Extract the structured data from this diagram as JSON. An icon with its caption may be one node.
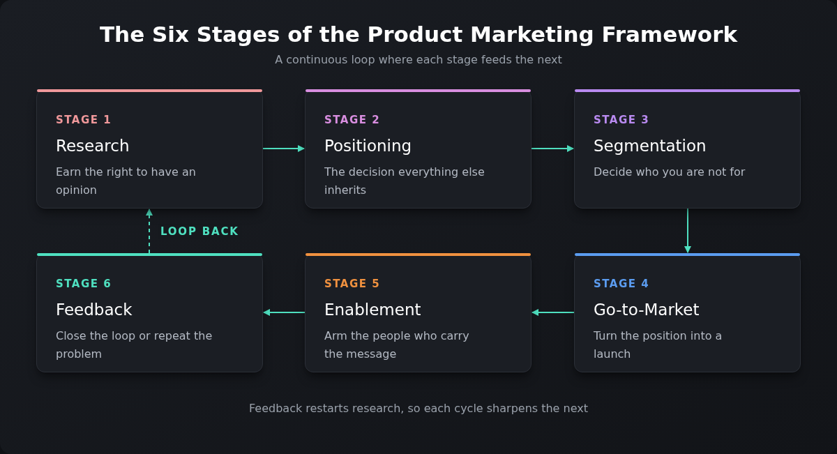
{
  "diagram": {
    "title": "The Six Stages of the Product Marketing Framework",
    "nodes": [
      {
        "text": [
          "STAGE 1",
          "Research",
          "Earn the right to have an opinion"
        ]
      },
      {
        "text": [
          "STAGE 2",
          "Positioning",
          "The decision everything else inherits"
        ]
      },
      {
        "text": [
          "STAGE 3",
          "Segmentation",
          "Decide who you are not for"
        ]
      },
      {
        "text": [
          "STAGE 4",
          "Go-to-Market",
          "Turn the position into a launch"
        ]
      },
      {
        "text": [
          "STAGE 5",
          "Enablement",
          "Arm the people who carry the message"
        ]
      },
      {
        "text": [
          "STAGE 6",
          "Feedback",
          "Close the loop or repeat the problem"
        ]
      }
    ],
    "edges": [
      {
        "from": 0,
        "to": 1,
        "arrow": "to"
      },
      {
        "from": 1,
        "to": 2,
        "arrow": "to"
      },
      {
        "from": 2,
        "to": 3,
        "arrow": "to"
      },
      {
        "from": 3,
        "to": 4,
        "arrow": "to"
      },
      {
        "from": 4,
        "to": 5,
        "arrow": "to"
      },
      {
        "from": 5,
        "to": 0,
        "arrow": "to",
        "label": "LOOP BACK",
        "style": "dashed"
      }
    ],
    "labels": [
      "A continuous loop where each stage feeds the next",
      "Feedback restarts research, so each cycle sharpens the next"
    ]
  }
}
